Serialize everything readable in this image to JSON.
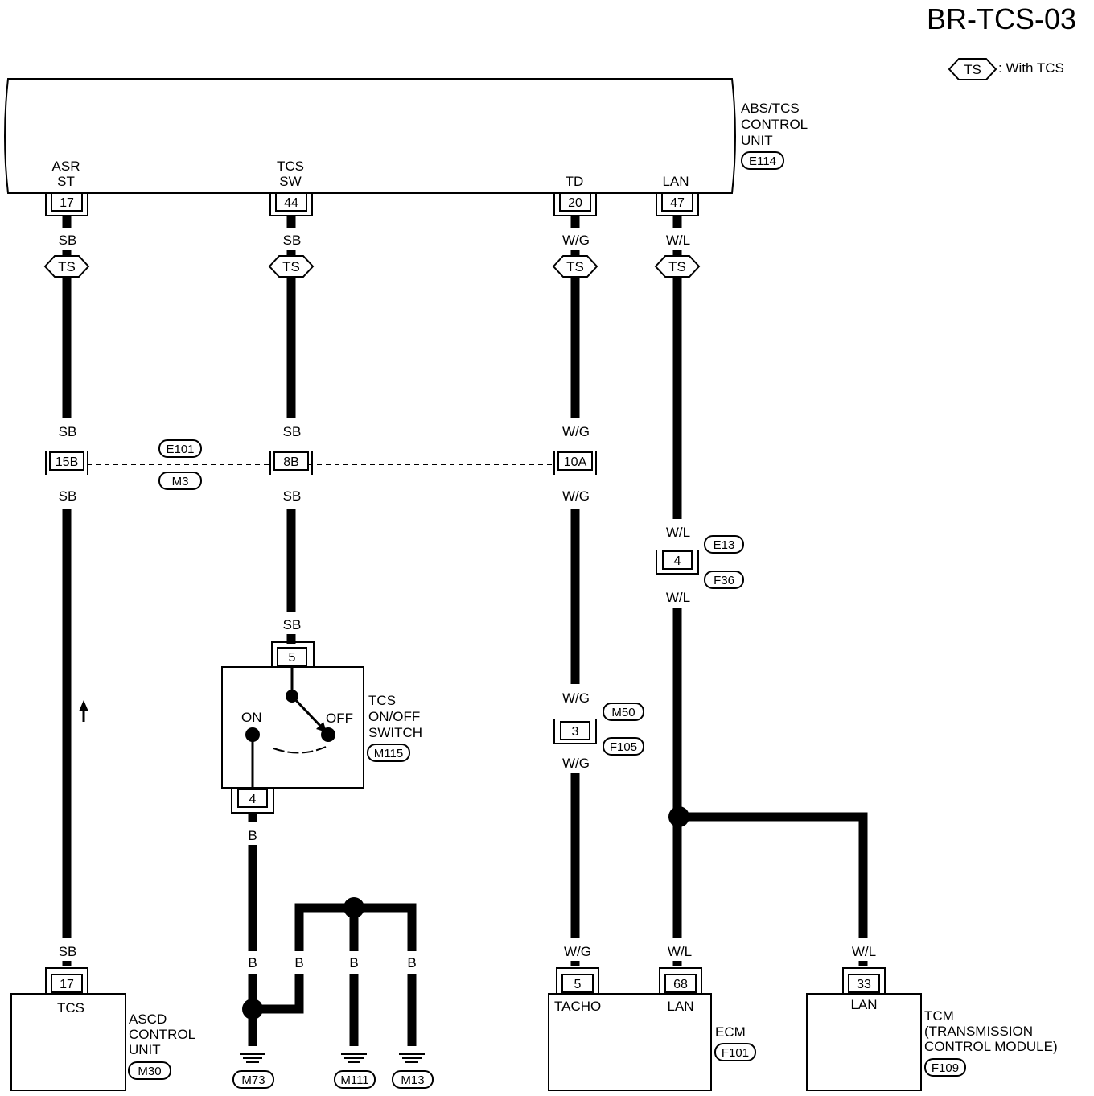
{
  "title": "BR-TCS-03",
  "legend": {
    "symbol": "TS",
    "text": ": With TCS"
  },
  "abs_unit": {
    "lines": [
      "ABS/TCS",
      "CONTROL",
      "UNIT"
    ],
    "connector": "E114"
  },
  "abs_pins": [
    {
      "name_lines": [
        "ASR",
        "ST"
      ],
      "pin": "17"
    },
    {
      "name_lines": [
        "TCS",
        "SW"
      ],
      "pin": "44"
    },
    {
      "name_lines": [
        "TD"
      ],
      "pin": "20"
    },
    {
      "name_lines": [
        "LAN"
      ],
      "pin": "47"
    }
  ],
  "wire_colors": [
    "SB",
    "SB",
    "W/G",
    "W/L"
  ],
  "joint": {
    "pins": [
      "15B",
      "8B",
      "10A"
    ],
    "connectors": [
      "E101",
      "M3"
    ]
  },
  "lan_joint": {
    "pin": "4",
    "connectors": [
      "E13",
      "F36"
    ]
  },
  "tacho_joint": {
    "pin": "3",
    "connectors": [
      "M50",
      "F105"
    ]
  },
  "switch": {
    "lines": [
      "TCS",
      "ON/OFF",
      "SWITCH"
    ],
    "connector": "M115",
    "pin_top": "5",
    "pin_bottom": "4",
    "on_label": "ON",
    "off_label": "OFF"
  },
  "ground_wire": "B",
  "grounds": [
    "M73",
    "M111",
    "M13"
  ],
  "ascd": {
    "lines": [
      "ASCD",
      "CONTROL",
      "UNIT"
    ],
    "connector": "M30",
    "pin": "17",
    "inner": "TCS"
  },
  "ecm": {
    "label": "ECM",
    "connector": "F101",
    "pins": [
      {
        "pin": "5",
        "name": "TACHO"
      },
      {
        "pin": "68",
        "name": "LAN"
      }
    ]
  },
  "tcm": {
    "lines": [
      "TCM",
      "(TRANSMISSION",
      "CONTROL MODULE)"
    ],
    "connector": "F109",
    "pin": "33",
    "name": "LAN"
  }
}
